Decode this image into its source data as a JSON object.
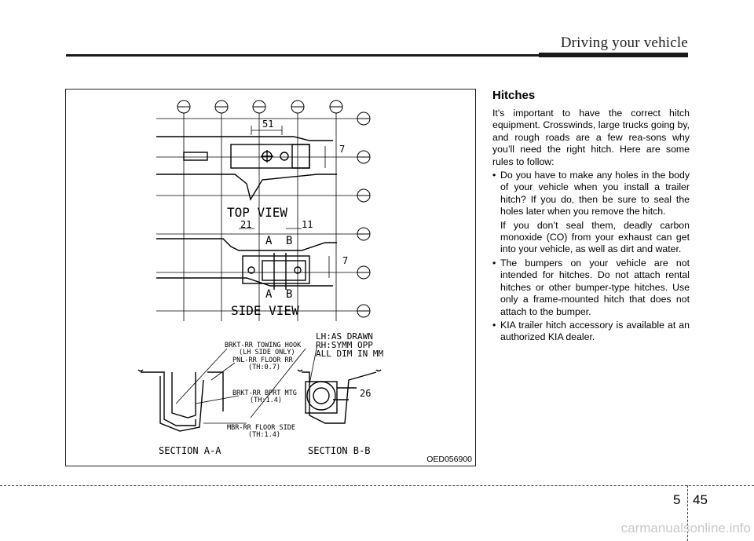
{
  "header": {
    "title": "Driving your vehicle"
  },
  "figure": {
    "code": "OED056900",
    "labels": {
      "top_view": "TOP VIEW",
      "side_view": "SIDE VIEW",
      "section_aa": "SECTION A-A",
      "section_bb": "SECTION B-B",
      "dim_51": "51",
      "dim_7a": "7",
      "dim_7b": "7",
      "dim_21": "21",
      "dim_11": "11",
      "dim_26": "26",
      "cut_a1": "A",
      "cut_b1": "B",
      "cut_a2": "A",
      "cut_b2": "B",
      "note1": "LH:AS DRAWN",
      "note2": "RH:SYMM OPP",
      "note3": "ALL DIM IN MM",
      "part1": "BRKT-RR TOWING HOOK",
      "part1b": "(LH SIDE ONLY)",
      "part2": "PNL-RR FLOOR RR",
      "part2b": "(TH:0.7)",
      "part3": "BRKT-RR BPRT MTG",
      "part3b": "(TH:1.4)",
      "part4": "MBR-RR FLOOR SIDE",
      "part4b": "(TH:1.4)"
    }
  },
  "content": {
    "title": "Hitches",
    "intro": "It's important to have the correct hitch equipment. Crosswinds, large trucks going by, and rough roads are a few rea-sons why you’ll need the right hitch. Here are some rules to follow:",
    "bullets": [
      {
        "text": "Do you have to make any holes in the body of your vehicle when you install a trailer hitch? If you do, then be sure to seal the holes later when you remove the hitch.",
        "sub": "If you don’t seal them, deadly carbon monoxide (CO) from your exhaust can get into your vehicle, as well as dirt and water."
      },
      {
        "text": "The bumpers on your vehicle are not intended for hitches. Do not attach rental hitches or other bumper-type hitches. Use only a frame-mounted hitch that does not attach to the bumper.",
        "sub": ""
      },
      {
        "text": "KIA trailer hitch accessory is available at an authorized KIA dealer.",
        "sub": ""
      }
    ]
  },
  "footer": {
    "section": "5",
    "page": "45",
    "watermark": "carmanualsonline.info"
  }
}
